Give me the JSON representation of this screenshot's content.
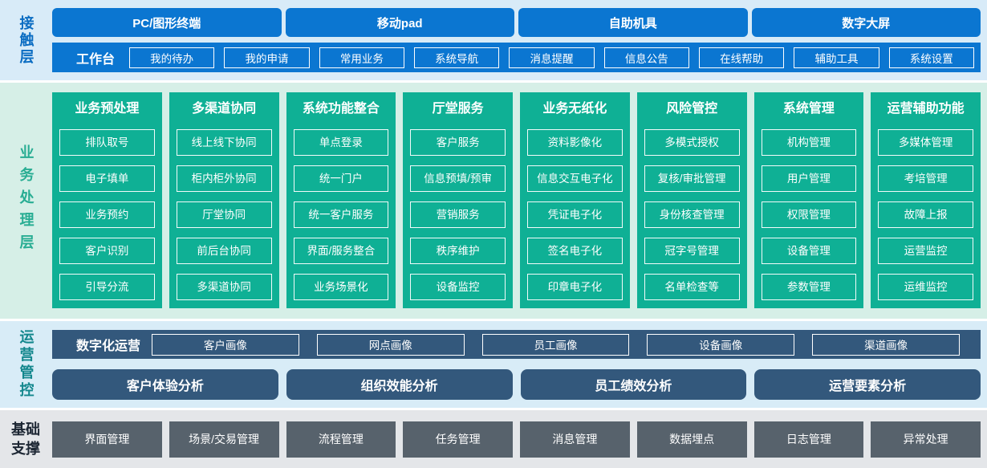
{
  "colors": {
    "primary_blue": "#0b76d1",
    "contact_label_blue": "#0a6cc2",
    "teal_green": "#0fb095",
    "business_label_teal": "#28ad93",
    "steel_blue": "#33587c",
    "ops_label_teal": "#13878d",
    "slate_gray": "#57626c",
    "contact_bg": "#d8ebf8",
    "business_bg": "#d6efe7",
    "operations_bg": "#d8ecf7",
    "foundation_bg": "#e4e6e9"
  },
  "contact": {
    "label": "接触层",
    "terminals": [
      "PC/图形终端",
      "移动pad",
      "自助机具",
      "数字大屏"
    ],
    "workbench_label": "工作台",
    "workbench_items": [
      "我的待办",
      "我的申请",
      "常用业务",
      "系统导航",
      "消息提醒",
      "信息公告",
      "在线帮助",
      "辅助工具",
      "系统设置"
    ]
  },
  "business": {
    "label": "业务处理层",
    "columns": [
      {
        "title": "业务预处理",
        "items": [
          "排队取号",
          "电子填单",
          "业务预约",
          "客户识别",
          "引导分流"
        ]
      },
      {
        "title": "多渠道协同",
        "items": [
          "线上线下协同",
          "柜内柜外协同",
          "厅堂协同",
          "前后台协同",
          "多渠道协同"
        ]
      },
      {
        "title": "系统功能整合",
        "items": [
          "单点登录",
          "统一门户",
          "统一客户服务",
          "界面/服务整合",
          "业务场景化"
        ]
      },
      {
        "title": "厅堂服务",
        "items": [
          "客户服务",
          "信息预填/预审",
          "营销服务",
          "秩序维护",
          "设备监控"
        ]
      },
      {
        "title": "业务无纸化",
        "items": [
          "资料影像化",
          "信息交互电子化",
          "凭证电子化",
          "签名电子化",
          "印章电子化"
        ]
      },
      {
        "title": "风险管控",
        "items": [
          "多模式授权",
          "复核/审批管理",
          "身份核查管理",
          "冠字号管理",
          "名单检查等"
        ]
      },
      {
        "title": "系统管理",
        "items": [
          "机构管理",
          "用户管理",
          "权限管理",
          "设备管理",
          "参数管理"
        ]
      },
      {
        "title": "运营辅助功能",
        "items": [
          "多媒体管理",
          "考培管理",
          "故障上报",
          "运营监控",
          "运维监控"
        ]
      }
    ]
  },
  "operations": {
    "label": "运营管控",
    "digital_label": "数字化运营",
    "portraits": [
      "客户画像",
      "网点画像",
      "员工画像",
      "设备画像",
      "渠道画像"
    ],
    "analyses": [
      "客户体验分析",
      "组织效能分析",
      "员工绩效分析",
      "运营要素分析"
    ]
  },
  "foundation": {
    "label": "基础支撑",
    "items": [
      "界面管理",
      "场景/交易管理",
      "流程管理",
      "任务管理",
      "消息管理",
      "数据埋点",
      "日志管理",
      "异常处理"
    ]
  }
}
